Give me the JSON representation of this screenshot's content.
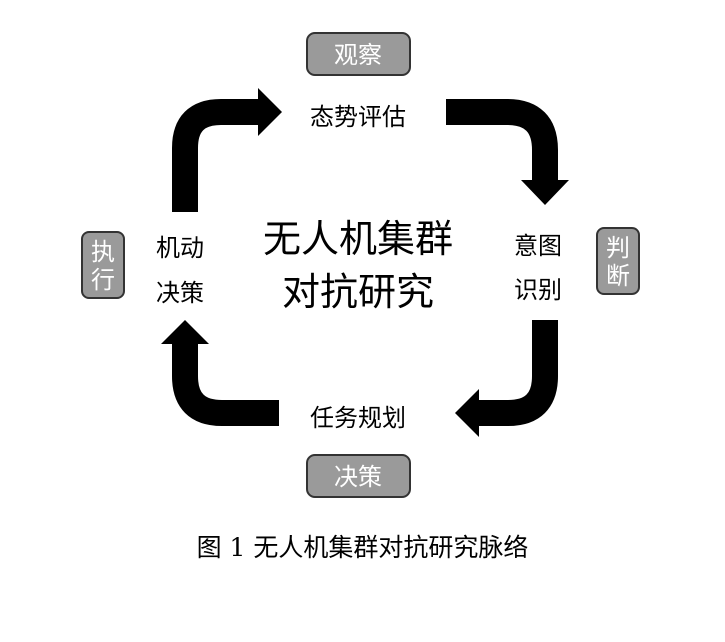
{
  "center": {
    "line1": "无人机集群",
    "line2": "对抗研究"
  },
  "nodes": {
    "top": "态势评估",
    "right_line1": "意图",
    "right_line2": "识别",
    "bottom": "任务规划",
    "left_line1": "机动",
    "left_line2": "决策"
  },
  "tags": {
    "top": "观察",
    "right_line1": "判",
    "right_line2": "断",
    "bottom": "决策",
    "left_line1": "执",
    "left_line2": "行"
  },
  "caption": "图 1 无人机集群对抗研究脉络",
  "colors": {
    "tag_fill": "#9a9a9a",
    "tag_border": "#333333",
    "arrow": "#000000"
  }
}
